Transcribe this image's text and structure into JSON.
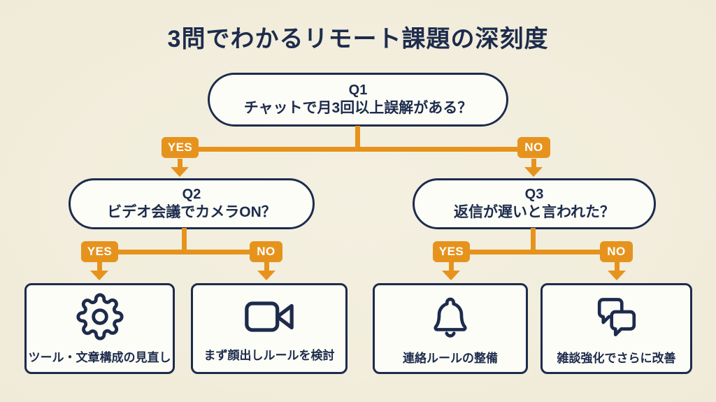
{
  "page": {
    "title": "3問でわかるリモート課題の深刻度"
  },
  "palette": {
    "background": "#f0ebd8",
    "navy": "#1d2b4c",
    "orange": "#e6931e",
    "card": "#fdfdf7"
  },
  "questions": [
    {
      "id": "Q1",
      "text": "チャットで月3回以上誤解がある？"
    },
    {
      "id": "Q2",
      "text": "ビデオ会議でカメラON？"
    },
    {
      "id": "Q3",
      "text": "返信が遅いと言われた？"
    }
  ],
  "branch_labels": {
    "yes": "YES",
    "no": "NO"
  },
  "outcomes": [
    {
      "icon": "gear-icon",
      "label": "ツール・文章構成の見直し"
    },
    {
      "icon": "video-camera-icon",
      "label": "まず顔出しルールを検討"
    },
    {
      "icon": "bell-icon",
      "label": "連絡ルールの整備"
    },
    {
      "icon": "chat-bubbles-icon",
      "label": "雑談強化でさらに改善"
    }
  ]
}
